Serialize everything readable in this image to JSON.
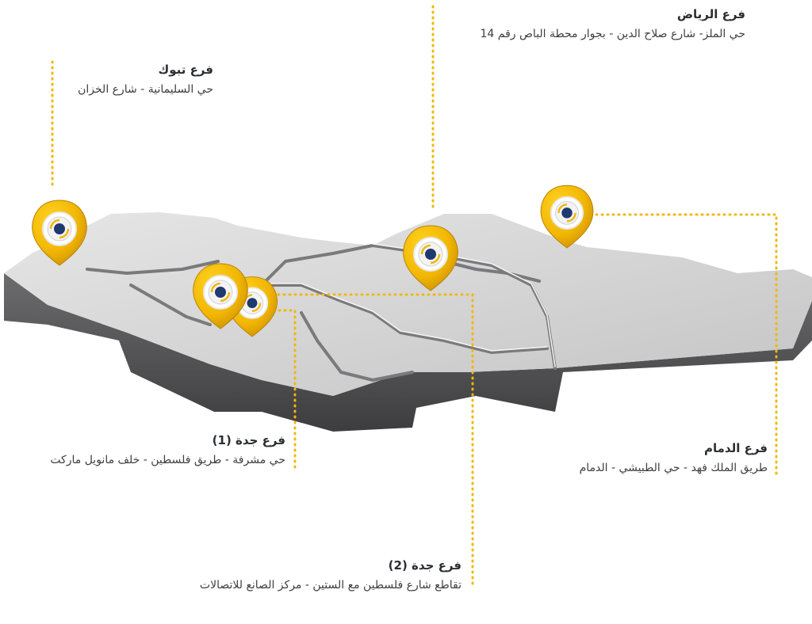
{
  "branches": {
    "riyadh": {
      "title": "فرع الرياض",
      "address": "حي الملز- شارع صلاح الدين - بجوار محطة الباص رقم 14"
    },
    "tabuk": {
      "title": "فرع تبوك",
      "address": "حي السليمانية - شارع الخزان"
    },
    "jeddah1": {
      "title": "فرع جدة (1)",
      "address": "حي مشرفة - طريق فلسطين - خلف مانويل ماركت"
    },
    "dammam": {
      "title": "فرع الدمام",
      "address": "طريق الملك فهد - حي الطبيشي - الدمام"
    },
    "jeddah2": {
      "title": "فرع جدة (2)",
      "address": "تقاطع شارع فلسطين مع الستين - مركز الصانع للاتصالات"
    }
  },
  "colors": {
    "pin": "#f2b705",
    "pin_dark": "#d19a00",
    "connector": "#f2b705",
    "map_top": "#d6d6d6",
    "map_side": "#5a5a5c"
  },
  "icons": {
    "pin": "map-pin-icon",
    "logo": "company-logo-icon"
  }
}
